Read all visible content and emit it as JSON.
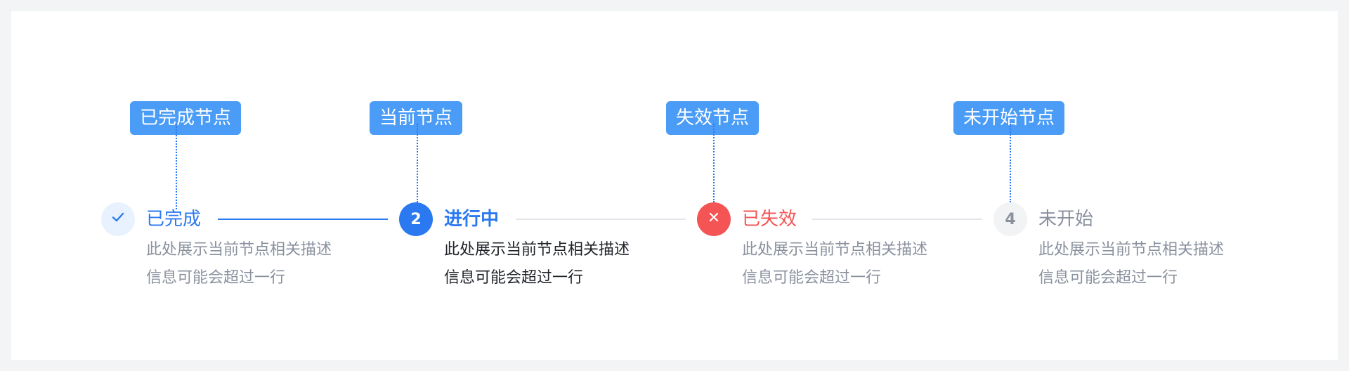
{
  "annotations": [
    {
      "label": "已完成节点"
    },
    {
      "label": "当前节点"
    },
    {
      "label": "失效节点"
    },
    {
      "label": "未开始节点"
    }
  ],
  "steps": [
    {
      "status": "done",
      "icon": "check-icon",
      "title": "已完成",
      "desc_line1": "此处展示当前节点相关描述",
      "desc_line2": "信息可能会超过一行"
    },
    {
      "status": "current",
      "number": "2",
      "title": "进行中",
      "desc_line1": "此处展示当前节点相关描述",
      "desc_line2": "信息可能会超过一行"
    },
    {
      "status": "failed",
      "icon": "close-icon",
      "title": "已失效",
      "desc_line1": "此处展示当前节点相关描述",
      "desc_line2": "信息可能会超过一行"
    },
    {
      "status": "pending",
      "number": "4",
      "title": "未开始",
      "desc_line1": "此处展示当前节点相关描述",
      "desc_line2": "信息可能会超过一行"
    }
  ],
  "colors": {
    "primary": "#2b79f0",
    "error": "#f45454",
    "muted": "#8a919e",
    "annotation": "#4a9cf6"
  }
}
